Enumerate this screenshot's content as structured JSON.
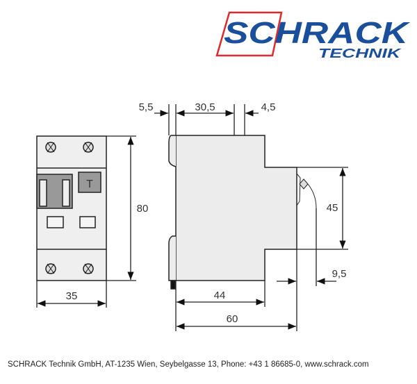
{
  "logo": {
    "brand": "SCHRACK",
    "sub": "TECHNIK",
    "colors": {
      "blue": "#1a4f9c",
      "red": "#e02a2a"
    }
  },
  "front_view": {
    "button_label": "T",
    "dims": {
      "height": "80",
      "width": "35"
    }
  },
  "side_view": {
    "dims": {
      "clip_left": "5,5",
      "top_width": "30,5",
      "top_right": "4,5",
      "front_height": "45",
      "terminal_offset": "9,5",
      "depth_base": "44",
      "depth_total": "60"
    }
  },
  "footer": {
    "text": "SCHRACK Technik GmbH, AT-1235 Wien, Seybelgasse 13, Phone: +43 1 86685-0, www.schrack.com"
  }
}
